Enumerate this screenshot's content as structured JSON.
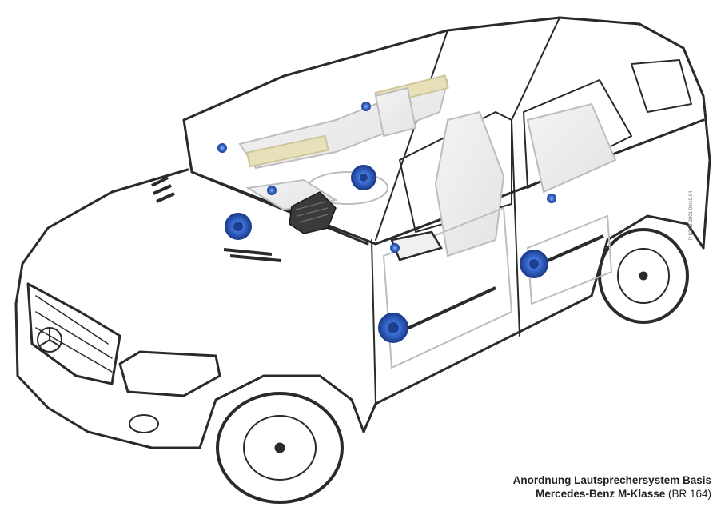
{
  "caption": {
    "line1": "Anordnung Lautsprechersystem Basis",
    "line2_main": "Mercedes-Benz M-Klasse ",
    "line2_paren": "(BR 164)"
  },
  "document_id": "P 82.82-2001-00/10.04",
  "colors": {
    "outline": "#2a2a2a",
    "interior": "#bdbdbd",
    "speaker": "#3b6fd6",
    "speaker_dark": "#1d3f8f",
    "accent_bar": "#e8e0b8"
  },
  "speakers": [
    {
      "name": "dash-tweeter-left"
    },
    {
      "name": "front-door-left-midrange"
    },
    {
      "name": "front-door-left-tweeter"
    },
    {
      "name": "rear-door-left-woofer"
    },
    {
      "name": "rear-door-left-tweeter"
    },
    {
      "name": "front-door-right-woofer"
    },
    {
      "name": "dash-center-tweeter"
    },
    {
      "name": "rear-door-right-tweeter"
    },
    {
      "name": "rear-door-right-woofer"
    }
  ],
  "icons": {
    "vehicle": "suv-outline-icon",
    "speaker": "speaker-icon",
    "head_unit": "amplifier-icon",
    "logo": "mercedes-star-icon"
  }
}
